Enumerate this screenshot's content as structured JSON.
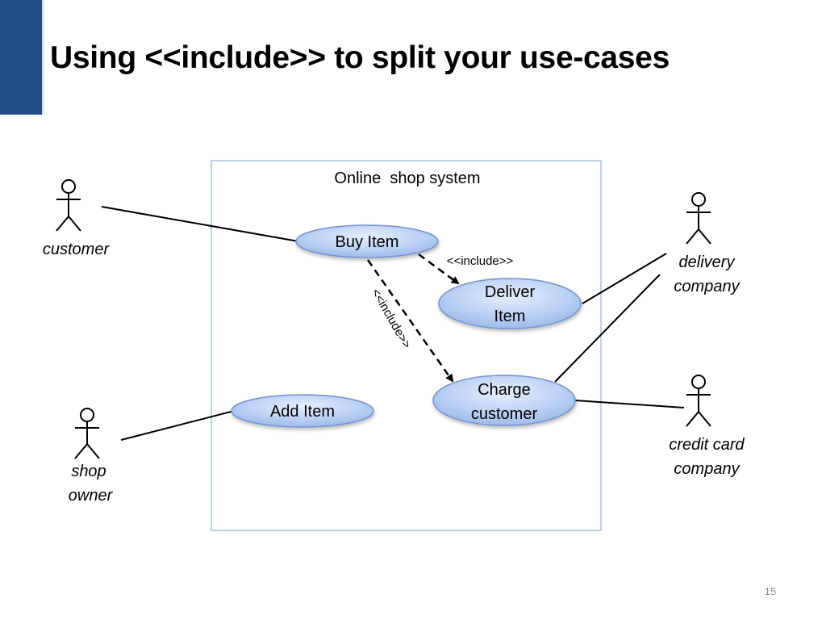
{
  "slide": {
    "title": "Using <<include>> to split your use-cases",
    "page_number": "15",
    "accent_color": "#1f4e83"
  },
  "diagram": {
    "system_label": "Online  shop system",
    "actors": {
      "customer": [
        "customer"
      ],
      "shop_owner": [
        "shop",
        "owner"
      ],
      "delivery_company": [
        "delivery",
        "company"
      ],
      "credit_card_company": [
        "credit card",
        "company"
      ]
    },
    "use_cases": {
      "buy_item": [
        "Buy Item"
      ],
      "deliver_item": [
        "Deliver",
        "Item"
      ],
      "charge_customer": [
        "Charge",
        "customer"
      ],
      "add_item": [
        "Add Item"
      ]
    },
    "relationships": {
      "include_to_deliver": "<<include>>",
      "include_to_charge": "<<include>>"
    }
  }
}
